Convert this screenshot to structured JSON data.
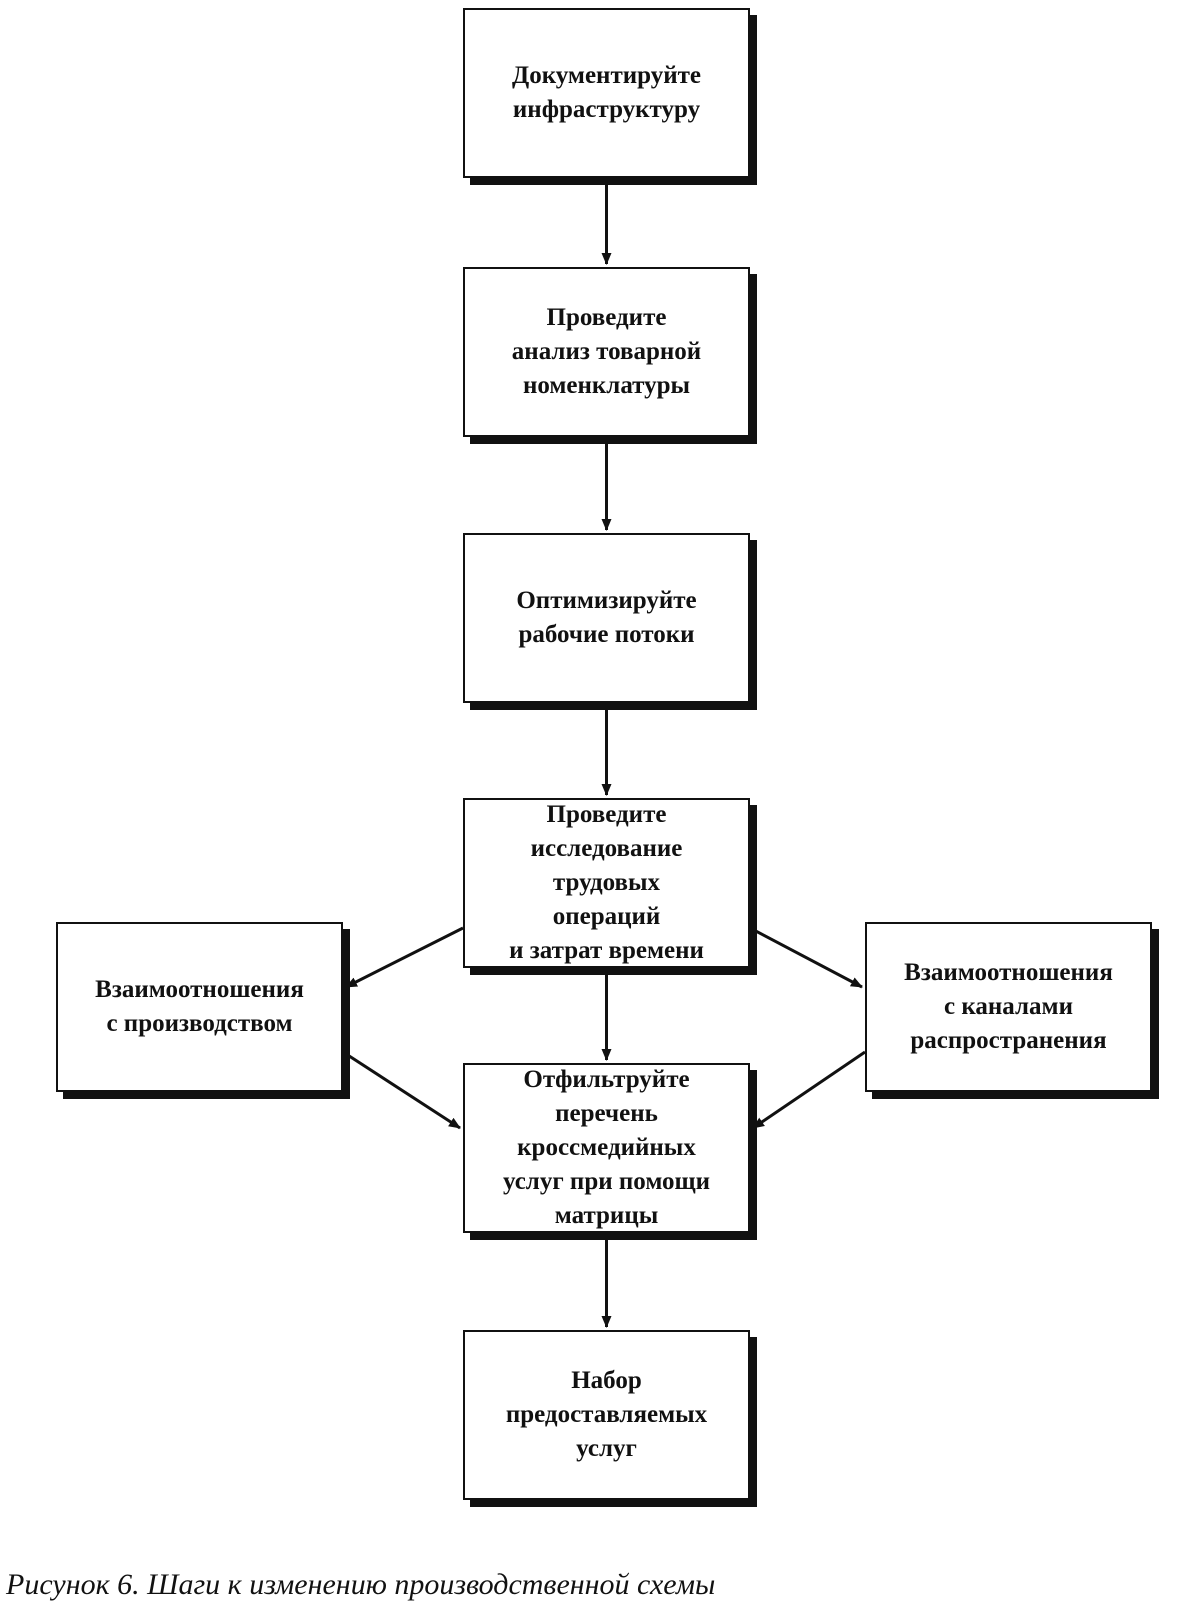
{
  "diagram": {
    "nodes": [
      {
        "id": "document-infrastructure",
        "label": "Документируйте\nинфраструктуру"
      },
      {
        "id": "analyze-product-range",
        "label": "Проведите\nанализ товарной\nноменклатуры"
      },
      {
        "id": "optimize-workflows",
        "label": "Оптимизируйте\nрабочие потоки"
      },
      {
        "id": "time-motion-study",
        "label": "Проведите\nисследование\nтрудовых\nопераций\nи затрат времени"
      },
      {
        "id": "production-relations",
        "label": "Взаимоотношения\nс производством"
      },
      {
        "id": "channel-relations",
        "label": "Взаимоотношения\nс каналами\nраспространения"
      },
      {
        "id": "filter-crossmedia",
        "label": "Отфильтруйте\nперечень\nкроссмедийных\nуслуг при помощи\nматрицы"
      },
      {
        "id": "service-set",
        "label": "Набор\nпредоставляемых\nуслуг"
      }
    ],
    "edges": [
      {
        "from": "document-infrastructure",
        "to": "analyze-product-range"
      },
      {
        "from": "analyze-product-range",
        "to": "optimize-workflows"
      },
      {
        "from": "optimize-workflows",
        "to": "time-motion-study"
      },
      {
        "from": "time-motion-study",
        "to": "production-relations"
      },
      {
        "from": "time-motion-study",
        "to": "channel-relations"
      },
      {
        "from": "time-motion-study",
        "to": "filter-crossmedia"
      },
      {
        "from": "production-relations",
        "to": "filter-crossmedia"
      },
      {
        "from": "channel-relations",
        "to": "filter-crossmedia"
      },
      {
        "from": "filter-crossmedia",
        "to": "service-set"
      }
    ]
  },
  "caption": "Рисунок 6. Шаги к изменению производственной схемы"
}
